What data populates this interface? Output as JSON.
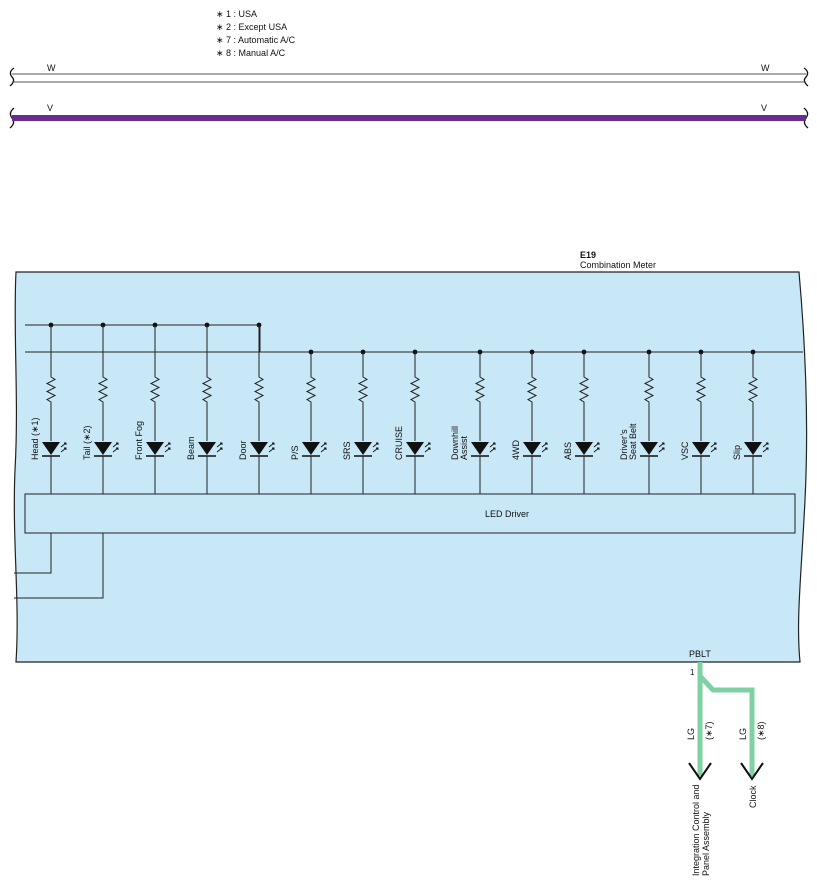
{
  "notes": [
    "∗ 1 : USA",
    "∗ 2 : Except USA",
    "∗ 7 : Automatic A/C",
    "∗ 8 : Manual A/C"
  ],
  "wires": {
    "white": {
      "left_label": "W",
      "right_label": "W",
      "color": "#ffffff"
    },
    "violet": {
      "left_label": "V",
      "right_label": "V",
      "color": "#6b2c91"
    }
  },
  "component": {
    "code": "E19",
    "name": "Combination Meter",
    "fill": "#c8e8f8",
    "driver_label": "LED Driver"
  },
  "indicators": [
    {
      "lines": [
        "Head (∗1)"
      ]
    },
    {
      "lines": [
        "Tail (∗2)"
      ]
    },
    {
      "lines": [
        "Front Fog"
      ]
    },
    {
      "lines": [
        "Beam"
      ]
    },
    {
      "lines": [
        "Door"
      ]
    },
    {
      "lines": [
        "P/S"
      ]
    },
    {
      "lines": [
        "SRS"
      ]
    },
    {
      "lines": [
        "CRUISE"
      ]
    },
    {
      "lines": [
        "Downhill",
        "Assist"
      ]
    },
    {
      "lines": [
        "4WD"
      ]
    },
    {
      "lines": [
        "ABS"
      ]
    },
    {
      "lines": [
        "Driver’s",
        "Seat Belt"
      ]
    },
    {
      "lines": [
        "VSC"
      ]
    },
    {
      "lines": [
        "Slip"
      ]
    }
  ],
  "connector": {
    "terminal_name": "PBLT",
    "pin": "1",
    "wire_color": "#7fd1a4",
    "branches": [
      {
        "wire": "LG",
        "note": "(∗7)",
        "destination": [
          "Integration Control and",
          "Panel Assembly"
        ]
      },
      {
        "wire": "LG",
        "note": "(∗8)",
        "destination": [
          "Clock"
        ]
      }
    ]
  }
}
